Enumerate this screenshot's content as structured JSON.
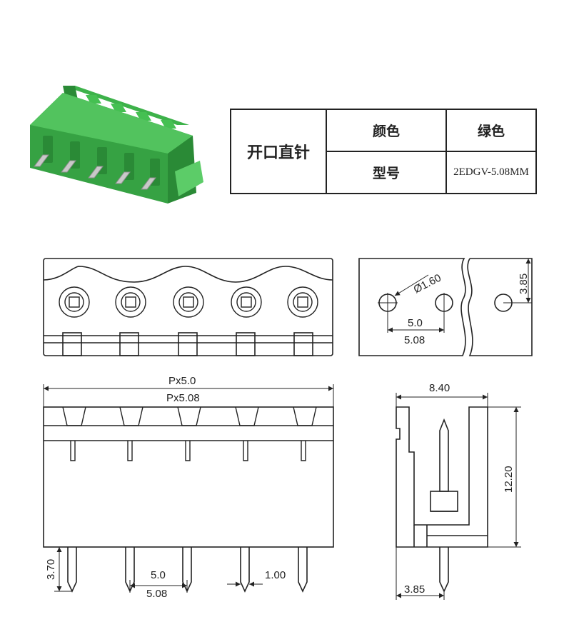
{
  "spec": {
    "type_label": "开口直针",
    "color_label": "颜色",
    "color_value": "绿色",
    "model_label": "型号",
    "model_value": "2EDGV-5.08MM"
  },
  "dims": {
    "hole_diameter": "Ø1.60",
    "pitch": "5.0",
    "pitch_alt": "5.08",
    "hole_height": "3.85",
    "total_length": "Px5.0",
    "total_length_alt": "Px5.08",
    "side_width": "8.40",
    "side_height": "12.20",
    "pin_length": "3.70",
    "pin_width": "1.00",
    "pin_pitch": "5.0",
    "pin_pitch_alt": "5.08",
    "pin_offset": "3.85"
  },
  "colors": {
    "housing": "#3db24a",
    "housing_dark": "#2a8a36",
    "housing_light": "#6fd07a",
    "pin": "#c9c9c9",
    "line": "#222222"
  }
}
